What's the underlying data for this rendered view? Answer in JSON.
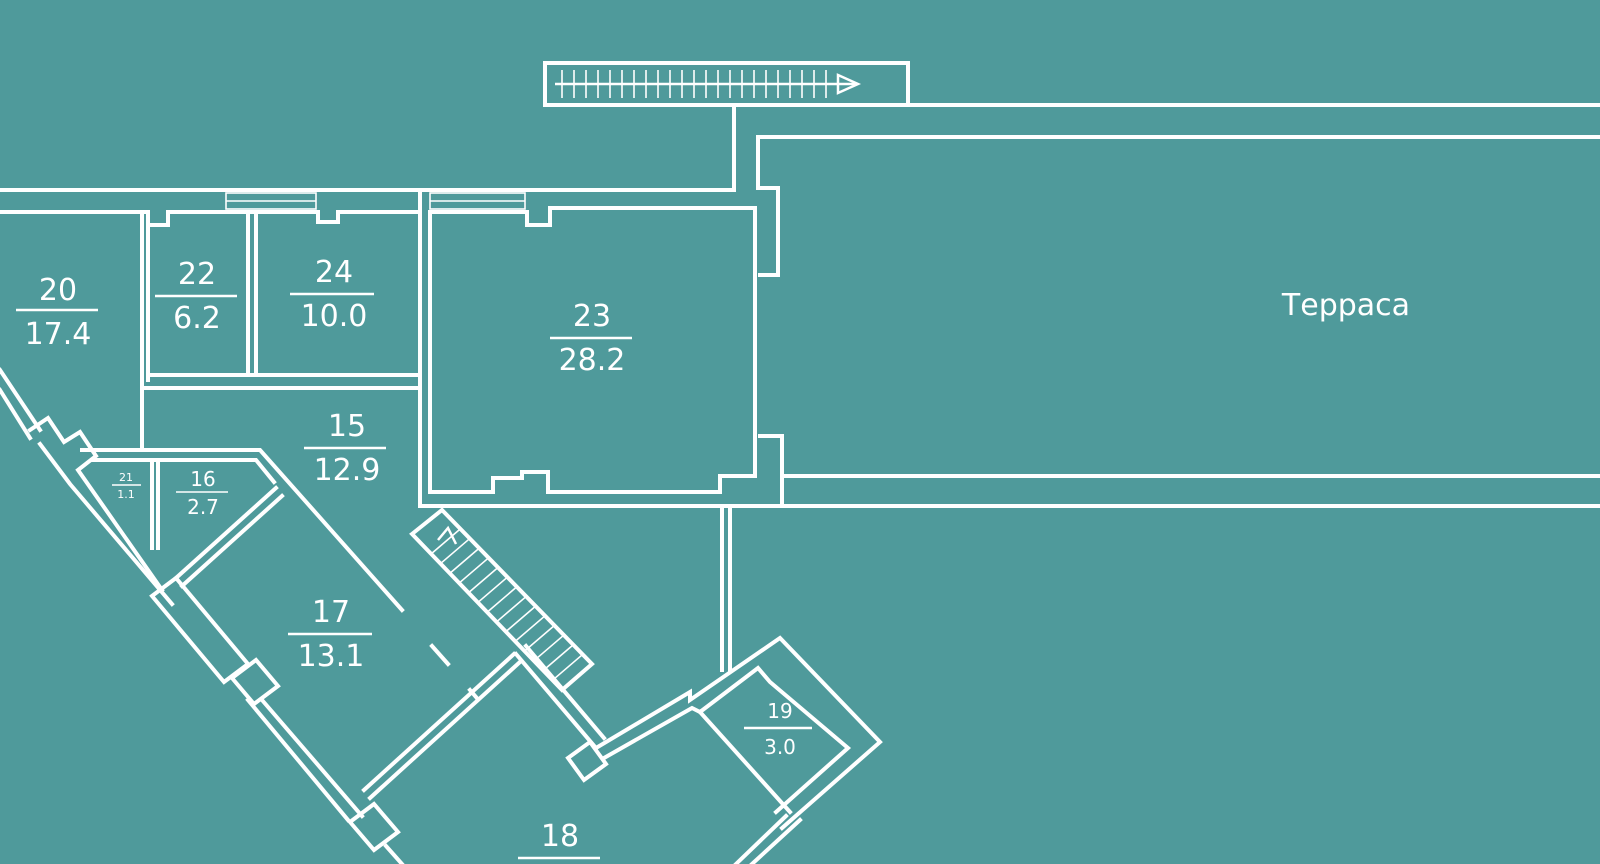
{
  "plan": {
    "background": "#4f9a9b",
    "line_color": "#ffffff",
    "terrace_label": "Терраса",
    "rooms": [
      {
        "id": "20",
        "number": "20",
        "area": "17.4"
      },
      {
        "id": "22",
        "number": "22",
        "area": "6.2"
      },
      {
        "id": "24",
        "number": "24",
        "area": "10.0"
      },
      {
        "id": "23",
        "number": "23",
        "area": "28.2"
      },
      {
        "id": "15",
        "number": "15",
        "area": "12.9"
      },
      {
        "id": "21",
        "number": "21",
        "area": "1.1"
      },
      {
        "id": "16",
        "number": "16",
        "area": "2.7"
      },
      {
        "id": "17",
        "number": "17",
        "area": "13.1"
      },
      {
        "id": "19",
        "number": "19",
        "area": "3.0"
      },
      {
        "id": "18",
        "number": "18",
        "area": ""
      }
    ]
  }
}
